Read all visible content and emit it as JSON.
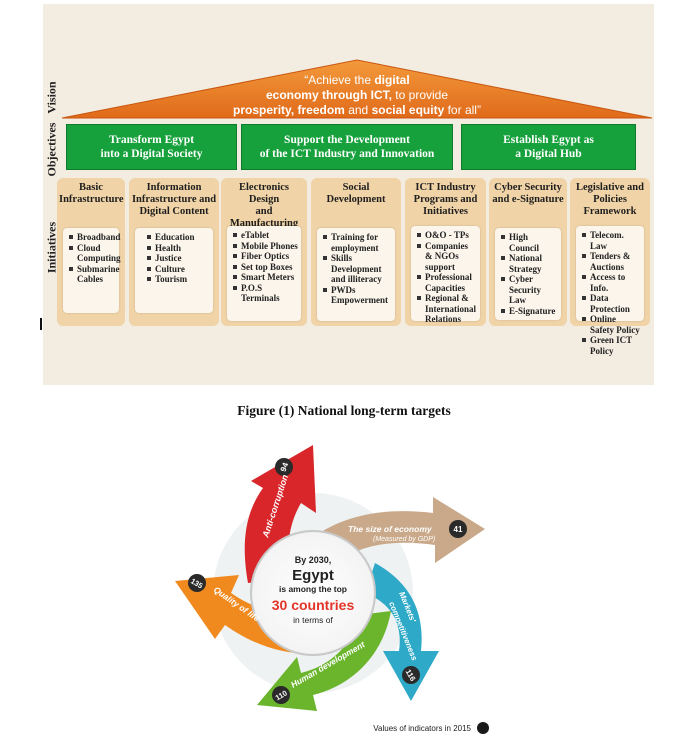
{
  "sidebar": {
    "vision": "Vision",
    "objectives": "Objectives",
    "initiatives": "Initiatives"
  },
  "vision": {
    "l1a": "“Achieve the ",
    "l1b": "digital",
    "l2a": "economy through ICT,",
    "l2b": " to provide",
    "l3a": "prosperity, freedom",
    "l3b": " and ",
    "l3c": "social equity",
    "l3d": " for all”"
  },
  "objectives": [
    {
      "line1": "Transform Egypt",
      "line2": "into a Digital Society"
    },
    {
      "line1": "Support the Development",
      "line2": "of the ICT Industry and Innovation"
    },
    {
      "line1": "Establish Egypt as",
      "line2": "a Digital Hub"
    }
  ],
  "initiatives": [
    {
      "title1": "Basic",
      "title2": "Infrastructure",
      "items": [
        "Broadband",
        "Cloud Computing",
        "Submarine Cables"
      ]
    },
    {
      "title1": "Information",
      "title2": "Infrastructure and",
      "title3": "Digital Content",
      "items": [
        "Education",
        "Health",
        "Justice",
        "Culture",
        "Tourism"
      ]
    },
    {
      "title1": "Electronics Design",
      "title2": "and Manufacturing",
      "items": [
        "eTablet",
        "Mobile Phones",
        "Fiber Optics",
        "Set top Boxes",
        "Smart Meters",
        "P.O.S Terminals"
      ]
    },
    {
      "title1": "Social",
      "title2": "Development",
      "items": [
        "Training for employment",
        "Skills Development and illiteracy",
        "PWDs Empowerment"
      ]
    },
    {
      "title1": "ICT Industry",
      "title2": "Programs and",
      "title3": "Initiatives",
      "items": [
        "O&O - TPs",
        "Companies & NGOs  support",
        "Professional Capacities",
        "Regional & International Relations"
      ]
    },
    {
      "title1": "Cyber Security",
      "title2": "and e-Signature",
      "items": [
        "High Council",
        "National Strategy",
        "Cyber Security Law",
        "E-Signature"
      ]
    },
    {
      "title1": "Legislative and",
      "title2": "Policies",
      "title3": "Framework",
      "items": [
        "Telecom. Law",
        "Tenders & Auctions",
        "Access to Info.",
        "Data Protection",
        "Online Safety Policy",
        "Green ICT Policy"
      ]
    }
  ],
  "caption": "Figure (1) National long-term targets",
  "targets": {
    "center1": "By 2030,",
    "center2": "Egypt",
    "center3": "is among the top",
    "center4": "30 countries",
    "center5": "in terms of",
    "arrows": [
      {
        "label": "Anti-corruption",
        "value": "94",
        "color": "#d8262b"
      },
      {
        "label": "The size of economy",
        "sub": "(Measured by GDP)",
        "value": "41",
        "color": "#c9a98a"
      },
      {
        "label": "Markets'",
        "label2": "competitiveness",
        "value": "116",
        "color": "#2ea9c8"
      },
      {
        "label": "Human development",
        "value": "110",
        "color": "#6bb52d"
      },
      {
        "label": "Quality of life",
        "value": "135",
        "color": "#f08a1f"
      }
    ],
    "legend": "Values of indicators in 2015"
  }
}
